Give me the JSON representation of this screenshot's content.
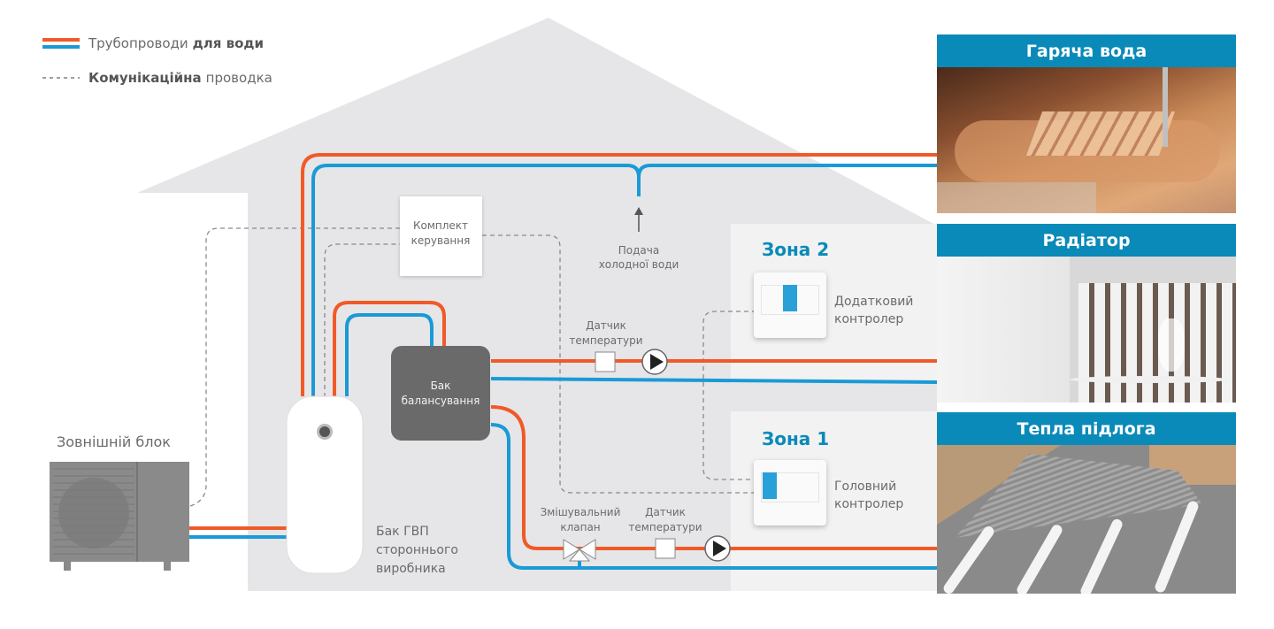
{
  "legend": {
    "water_pipes": {
      "prefix": "Трубопроводи",
      "bold": "для води"
    },
    "comm_wiring": {
      "bold": "Комунікаційна",
      "suffix": "проводка"
    }
  },
  "labels": {
    "outdoor_unit": "Зовнішній блок",
    "control_kit": [
      "Комплект",
      "керування"
    ],
    "cold_water": [
      "Подача",
      "холодної води"
    ],
    "buffer_tank": [
      "Бак",
      "балансування"
    ],
    "dhw_tank": [
      "Бак ГВП",
      "стороннього",
      "виробника"
    ],
    "temp_sensor_top": [
      "Датчик",
      "температури"
    ],
    "mixing_valve": [
      "Змішувальний",
      "клапан"
    ],
    "temp_sensor_bottom": [
      "Датчик",
      "температури"
    ]
  },
  "zones": [
    {
      "title": "Зона 2",
      "controller_label": [
        "Додатковий",
        "контролер"
      ]
    },
    {
      "title": "Зона 1",
      "controller_label": [
        "Головний",
        "контролер"
      ]
    }
  ],
  "panels": [
    {
      "title": "Гаряча вода",
      "icon": "bathtub-photo"
    },
    {
      "title": "Радіатор",
      "icon": "radiator-photo"
    },
    {
      "title": "Тепла підлога",
      "icon": "underfloor-heating-photo"
    }
  ],
  "colors": {
    "hot_pipe": "#f05a28",
    "cold_pipe": "#1a9ad6",
    "accent": "#0a8ab8",
    "house": "#e6e6e8",
    "buffer_tank": "#6a6a6a"
  }
}
